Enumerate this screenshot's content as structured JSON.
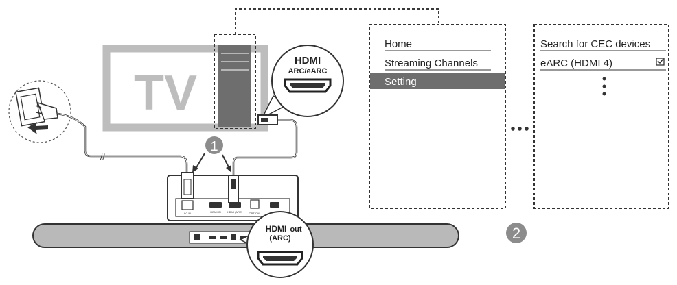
{
  "tv": {
    "label": "TV"
  },
  "tv_callout": {
    "logo": "HDMI",
    "sublabel": "ARC/eARC"
  },
  "soundbar_callout": {
    "logo": "HDMI",
    "suffix": "out",
    "sublabel": "(ARC)"
  },
  "steps": {
    "step1": "1",
    "step2": "2"
  },
  "panel_ports": {
    "ac_in": "AC IN",
    "hdmi_in": "HDMI IN",
    "hdmi_arc": "HDMI (ARC)",
    "optical": "OPTICAL"
  },
  "tv_menu": {
    "items": [
      "Home",
      "Streaming Channels",
      "Setting"
    ],
    "selected_index": 2
  },
  "cec_menu": {
    "items": [
      "Search for CEC devices",
      "eARC (HDMI 4)"
    ],
    "checked_index": 1
  },
  "colors": {
    "line": "#3a3a3a",
    "tv_frame": "#bdbdbd",
    "highlight": "#6e6e6e",
    "step_badge": "#8c8c8c",
    "soundbar": "#b9b9b9"
  }
}
